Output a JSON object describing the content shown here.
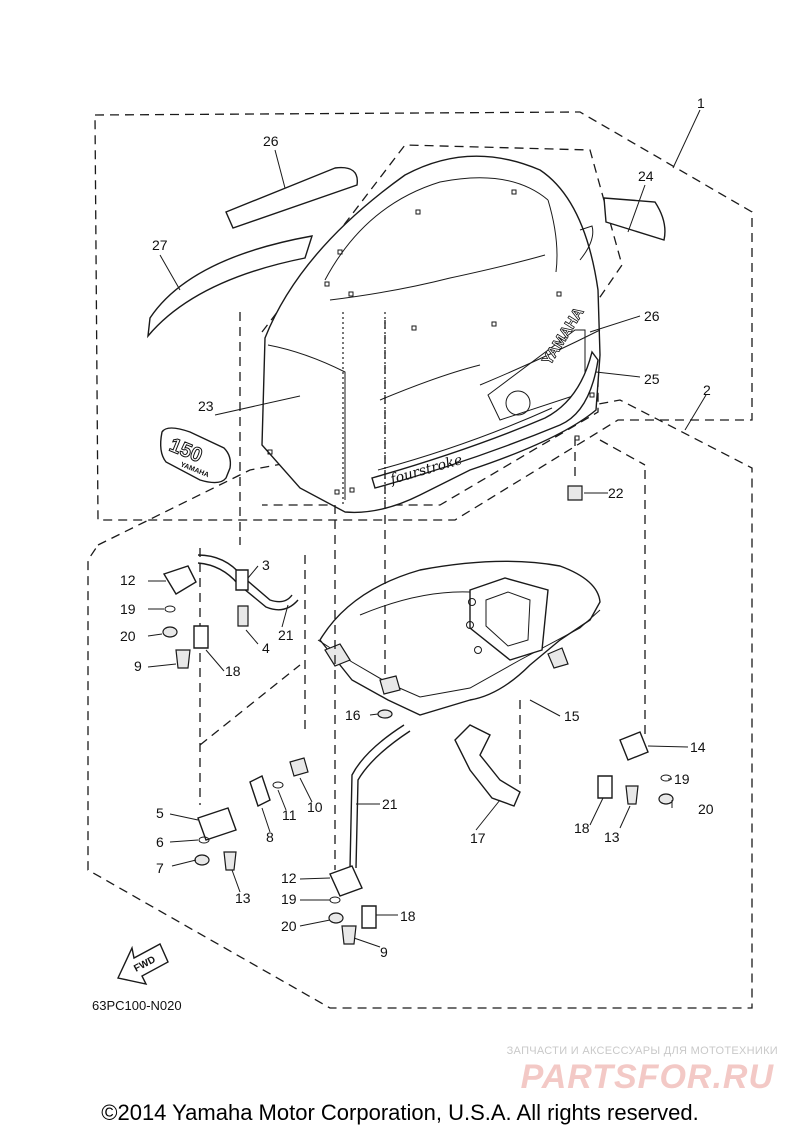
{
  "diagram": {
    "code": "63PC100-N020",
    "fwd_label": "FWD",
    "decal_model": "150",
    "decal_brand": "YAMAHA",
    "cowling_brand": "YAMAHA",
    "cowling_script": "fourstroke",
    "callouts": [
      "1",
      "2",
      "3",
      "4",
      "5",
      "6",
      "7",
      "8",
      "9",
      "9",
      "10",
      "11",
      "12",
      "12",
      "13",
      "13",
      "14",
      "15",
      "16",
      "17",
      "18",
      "18",
      "18",
      "19",
      "19",
      "19",
      "20",
      "20",
      "20",
      "21",
      "21",
      "22",
      "23",
      "24",
      "25",
      "26",
      "26",
      "27"
    ]
  },
  "footer": {
    "copyright": "©2014 Yamaha Motor Corporation, U.S.A. All rights reserved."
  },
  "watermark": {
    "tagline": "ЗАПЧАСТИ И АКСЕССУАРЫ ДЛЯ МОТОТЕХНИКИ",
    "logo": "PARTSFOR.RU"
  }
}
